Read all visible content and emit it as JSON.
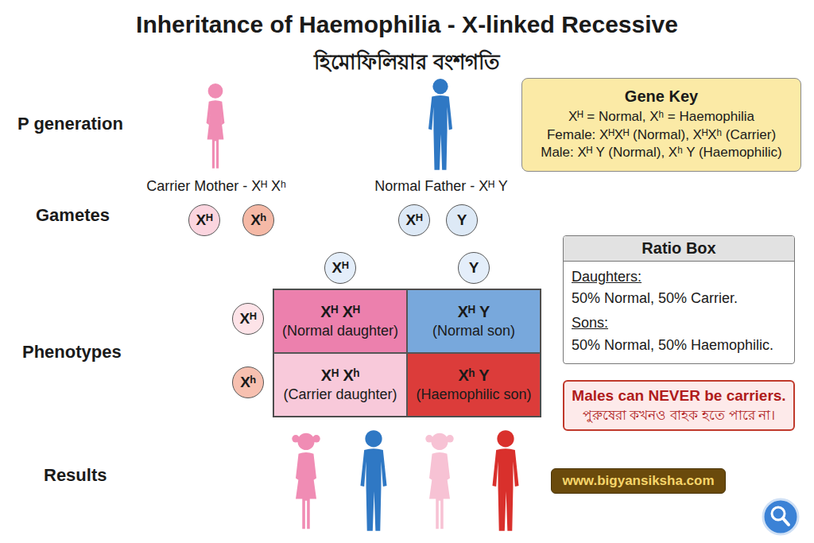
{
  "diagram": {
    "title": "Inheritance of Haemophilia - X-linked Recessive",
    "nodes": [
      {
        "text": [
          "Gene Key",
          "Xᴴ = Normal,  Xʰ = Haemophilia",
          "Female: XᴴXᴴ (Normal), XᴴXʰ (Carrier)",
          "Male:  Xᴴ Y (Normal), Xʰ Y (Haemophilic)"
        ]
      },
      {
        "text": [
          "Xᴴ"
        ]
      },
      {
        "text": [
          "Xʰ"
        ]
      },
      {
        "text": [
          "Xᴴ"
        ]
      },
      {
        "text": [
          "Y"
        ]
      },
      {
        "text": [
          "Xᴴ"
        ]
      },
      {
        "text": [
          "Y"
        ]
      },
      {
        "text": [
          "Ratio Box",
          "Daughters:",
          "50% Normal, 50% Carrier.",
          "Sons:",
          "50% Normal, 50% Haemophilic."
        ]
      },
      {
        "text": [
          "Xᴴ"
        ]
      },
      {
        "text": [
          "Xᴴ Xᴴ",
          "(Normal daughter)"
        ]
      },
      {
        "text": [
          "Xᴴ Y",
          "(Normal son)"
        ]
      },
      {
        "text": [
          "Xʰ"
        ]
      },
      {
        "text": [
          "Xᴴ Xʰ",
          "(Carrier daughter)"
        ]
      },
      {
        "text": [
          "Xʰ Y",
          "(Haemophilic son)"
        ]
      },
      {
        "text": [
          "Males can NEVER be carriers.",
          "পুরুষেরা কখনও বাহক হতে পারে না।"
        ]
      },
      {
        "text": [
          "www.bigyansiksha.com"
        ]
      }
    ],
    "labels": [
      "হিমোফিলিয়ার বংশগতি",
      "P generation",
      "Carrier Mother - Xᴴ Xʰ",
      "Normal Father - Xᴴ Y",
      "Gametes",
      "Phenotypes",
      "Results"
    ]
  }
}
